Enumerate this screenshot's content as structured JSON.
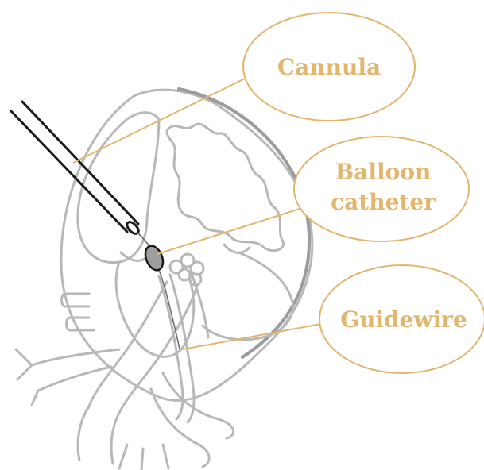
{
  "labels": {
    "cannula": "Cannula",
    "balloon_line1": "Balloon",
    "balloon_line2": "catheter",
    "guidewire": "Guidewire"
  },
  "colors": {
    "callout": "#e3b66f",
    "heart_outline": "#b8b8b8",
    "heart_outer_wall": "#9c9c9c",
    "cannula": "#1a1a1a",
    "balloon_fill": "#9e9e9e",
    "background": "#ffffff"
  },
  "icons": {
    "balloon": "balloon-catheter-icon",
    "cannula": "cannula-icon",
    "guidewire": "guidewire-icon"
  }
}
